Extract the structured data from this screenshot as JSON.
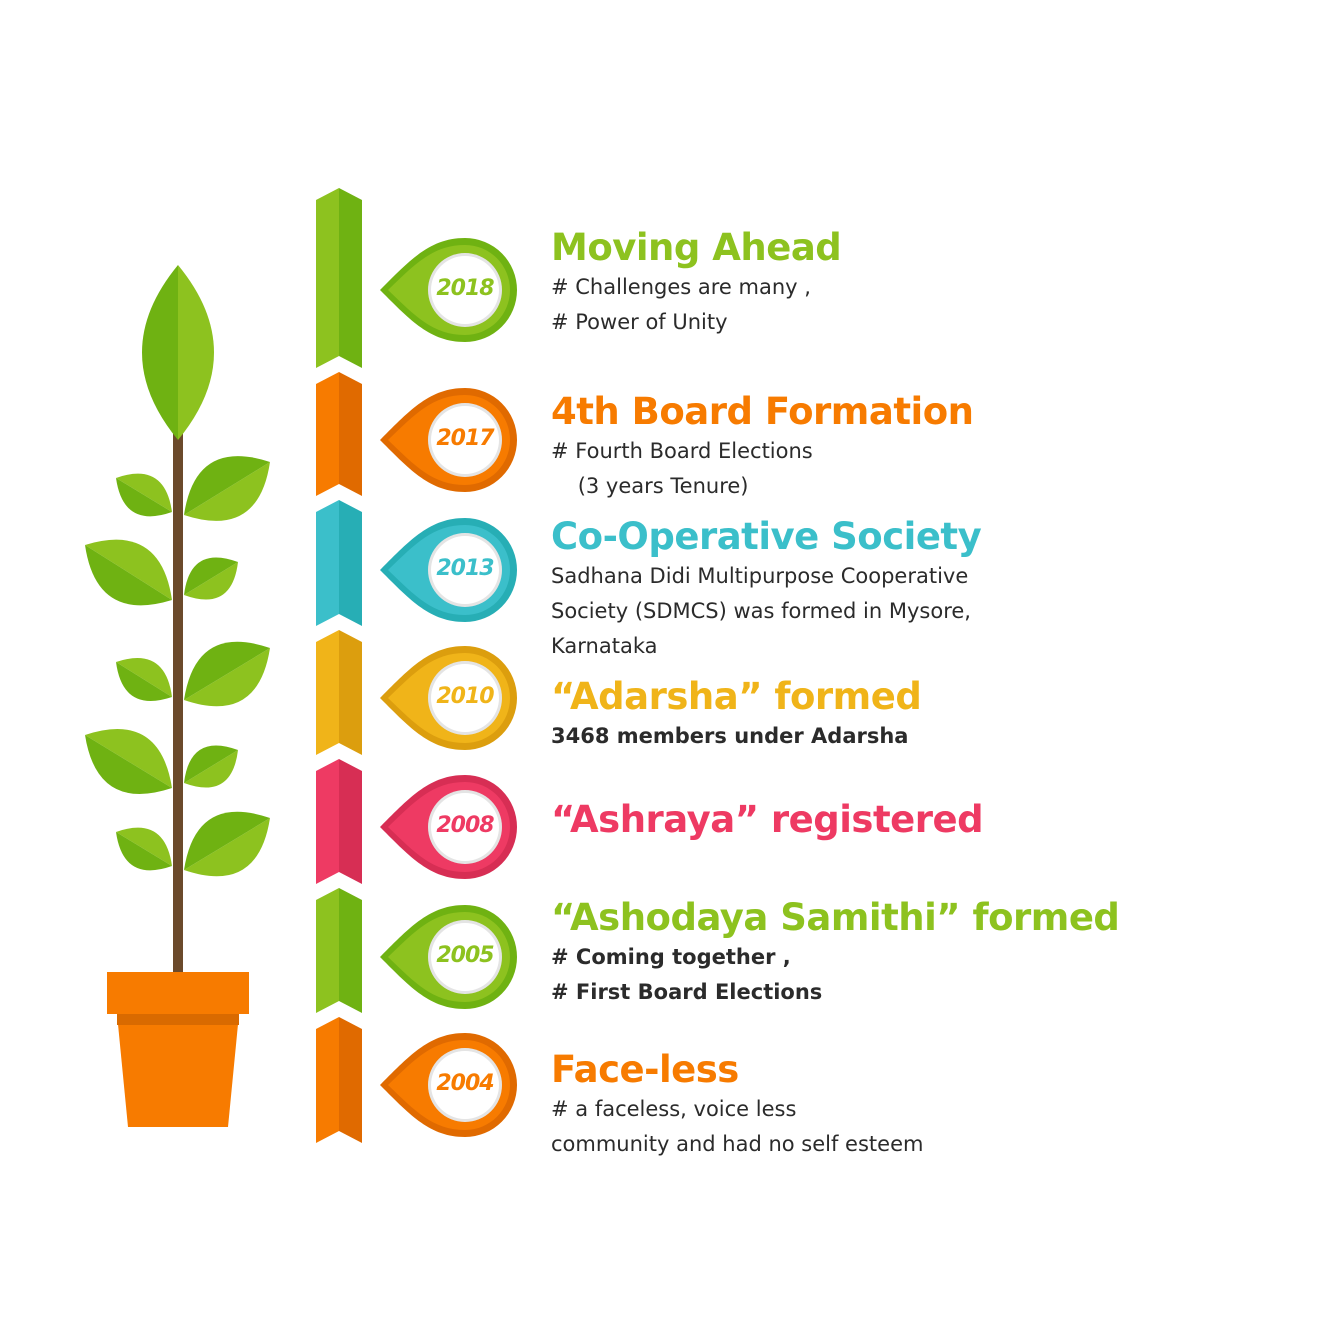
{
  "timeline": [
    {
      "year": "2018",
      "title": "Moving Ahead",
      "lines": [
        "# Challenges are many ,",
        "# Power of Unity"
      ],
      "bold": false,
      "color": "#8dc21f",
      "dark": "#6fb212"
    },
    {
      "year": "2017",
      "title": "4th Board Formation",
      "lines": [
        "# Fourth Board Elections",
        "    (3 years Tenure)"
      ],
      "bold": false,
      "color": "#f77b00",
      "dark": "#e06a00"
    },
    {
      "year": "2013",
      "title": "Co-Operative Society",
      "lines": [
        "Sadhana Didi Multipurpose Cooperative",
        "Society (SDMCS) was formed in Mysore,",
        "Karnataka"
      ],
      "bold": false,
      "color": "#3bbfca",
      "dark": "#27aeb5"
    },
    {
      "year": "2010",
      "title": "“Adarsha”  formed",
      "lines": [
        "3468 members under Adarsha"
      ],
      "bold": true,
      "color": "#f0b419",
      "dark": "#dc9e0e"
    },
    {
      "year": "2008",
      "title": "“Ashraya” registered",
      "lines": [],
      "bold": false,
      "color": "#ee3a63",
      "dark": "#d72e54"
    },
    {
      "year": "2005",
      "title": "“Ashodaya Samithi”  formed",
      "lines": [
        "# Coming together ,",
        "# First Board Elections"
      ],
      "bold": true,
      "color": "#8dc21f",
      "dark": "#6fb212"
    },
    {
      "year": "2004",
      "title": "Face-less",
      "lines": [
        "# a faceless, voice less",
        "community and had no self esteem"
      ],
      "bold": false,
      "color": "#f77b00",
      "dark": "#e06a00"
    }
  ],
  "plant": {
    "leaf_light": "#8dc21f",
    "leaf_dark": "#6fb212",
    "stem": "#6b4a2b",
    "pot": "#f77b00",
    "pot_band": "#d96a00"
  }
}
